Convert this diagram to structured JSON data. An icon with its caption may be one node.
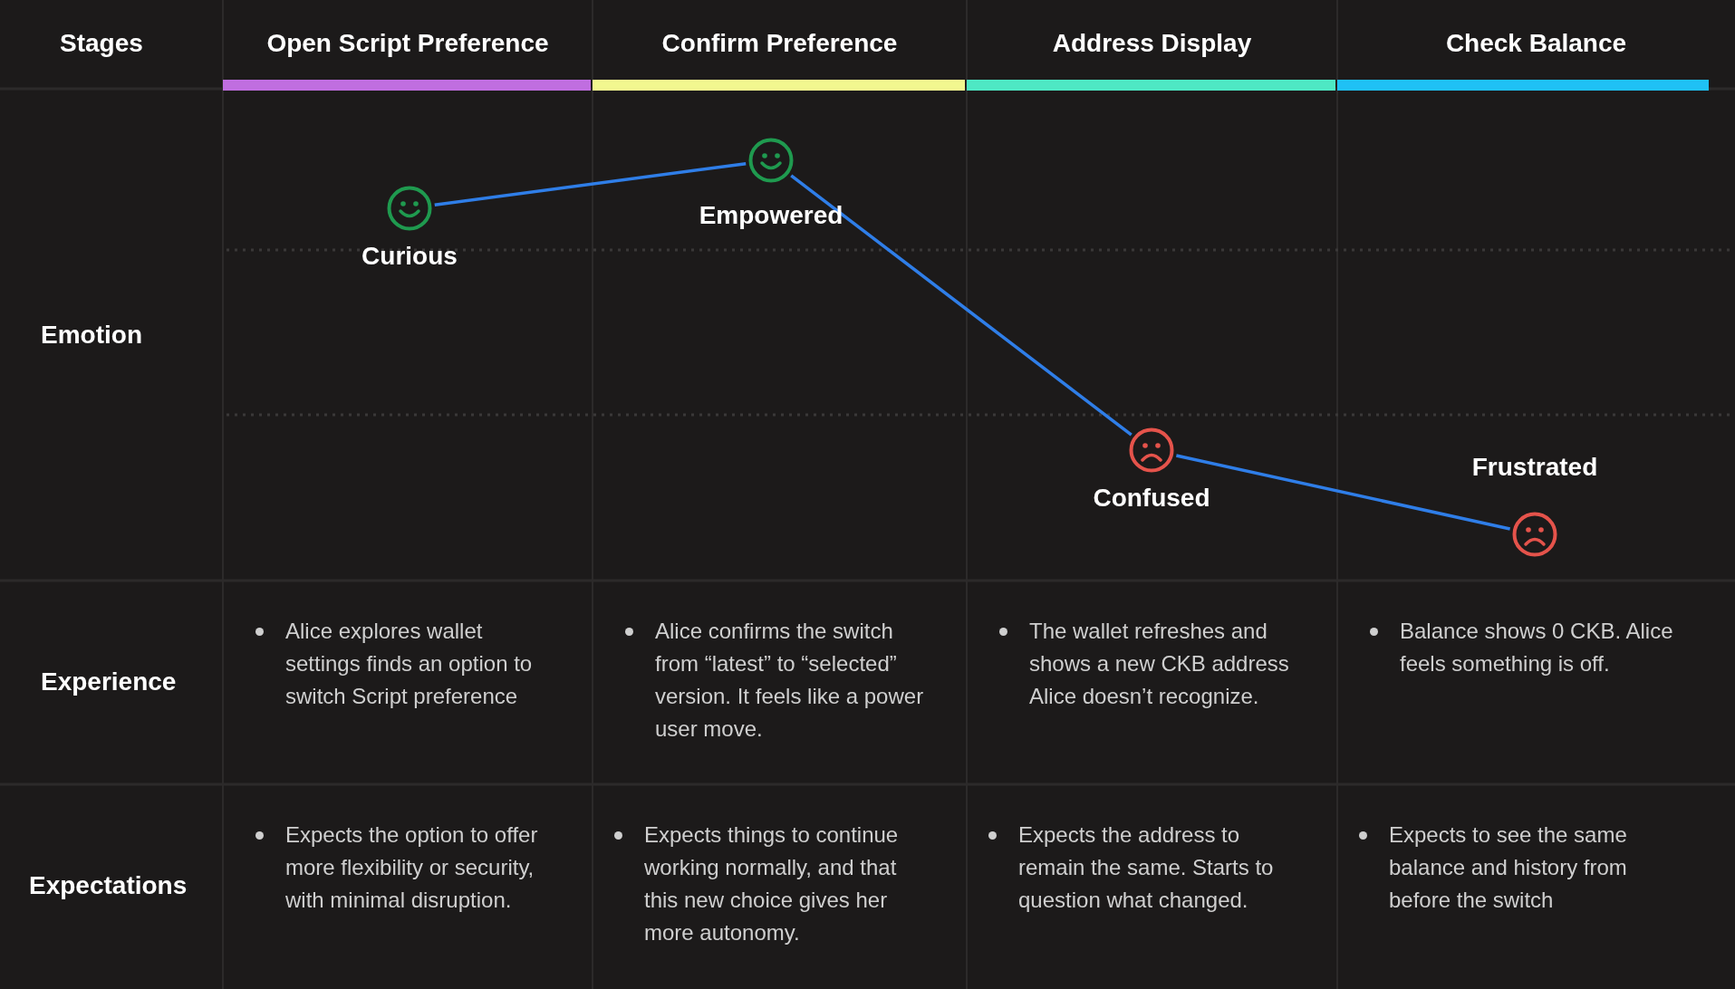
{
  "diagram": {
    "nodes": [
      {
        "text": [],
        "shape": "circle",
        "beside": [
          "Curious"
        ]
      },
      {
        "text": [],
        "shape": "circle",
        "beside": [
          "Empowered"
        ]
      },
      {
        "text": [],
        "shape": "circle",
        "beside": [
          "Confused"
        ]
      },
      {
        "text": [],
        "shape": "circle",
        "beside": [
          "Frustrated"
        ]
      }
    ],
    "edges": [
      {
        "from": 0,
        "to": 1,
        "arrow": "none"
      },
      {
        "from": 1,
        "to": 2,
        "arrow": "none"
      },
      {
        "from": 2,
        "to": 3,
        "arrow": "none"
      }
    ],
    "labels": [
      "Stages",
      "Open Script Preference",
      "Confirm Preference",
      "Address Display",
      "Check Balance",
      "Emotion",
      "Experience",
      "Alice explores wallet settings finds an option to switch Script preference",
      "Alice confirms the switch from “latest” to “selected” version. It feels like a power user move.",
      "The wallet refreshes and shows a new CKB address Alice doesn’t recognize.",
      "Balance shows 0 CKB. Alice feels something is off.",
      "Expectations",
      "Expects the option to offer more flexibility or security, with minimal disruption.",
      "Expects things to continue working normally, and that this new choice gives her more autonomy.",
      "Expects the address to remain the same. Starts to question what changed.",
      "Expects to see the same balance and history from before the switch"
    ]
  }
}
